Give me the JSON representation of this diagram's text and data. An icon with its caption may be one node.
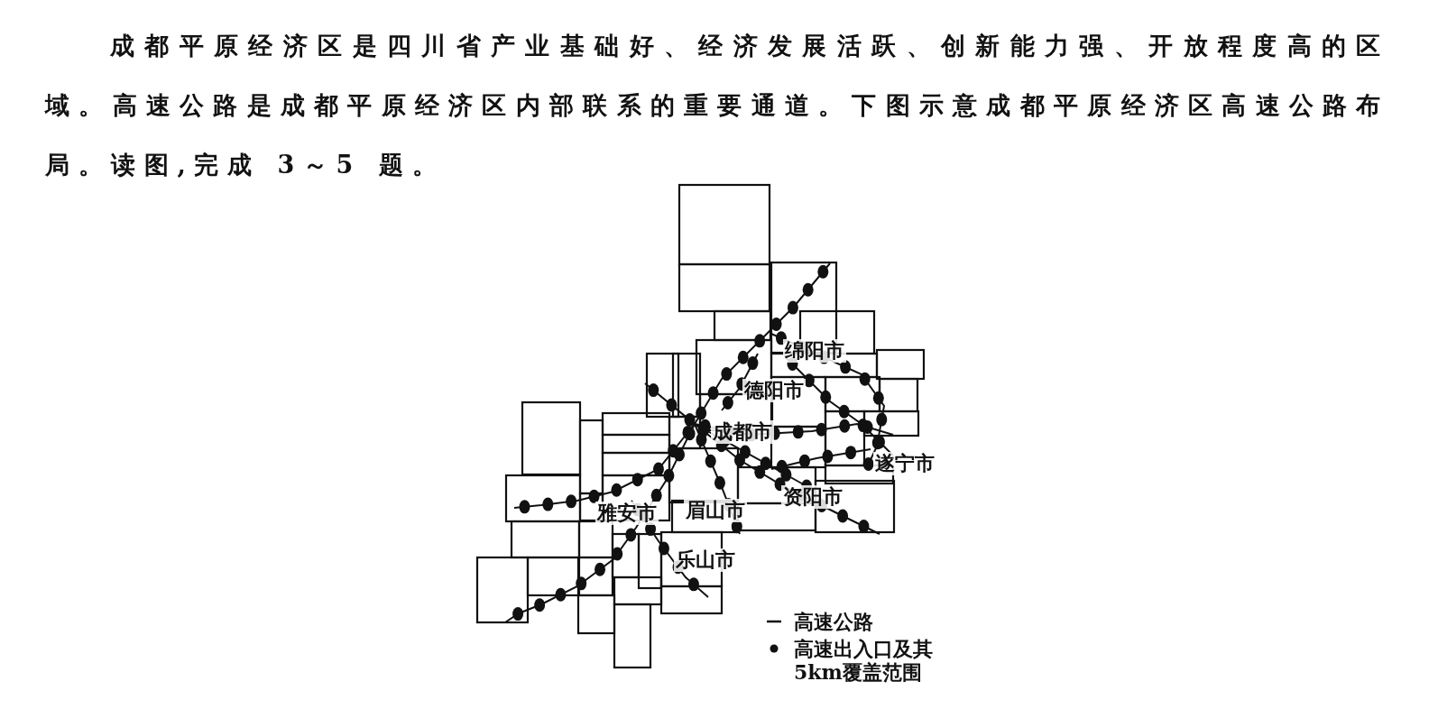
{
  "diagram": {
    "labels": [
      "成都平原经济区是四川省产业基础好、经济发展活跃、创新能力强、开放程度高的区域。高速公路是成都平原经济区内部联系的重要通道。下图示意成都平原经济区高速公路布局。读图,完成 3～5 题。",
      "绵阳市",
      "德阳市",
      "成都市",
      "遂宁市",
      "雅安市",
      "眉山市",
      "资阳市",
      "乐山市"
    ],
    "legend": [
      {
        "text": "高速公路"
      },
      {
        "text": "高速出入口及其5km覆盖范围"
      }
    ]
  }
}
